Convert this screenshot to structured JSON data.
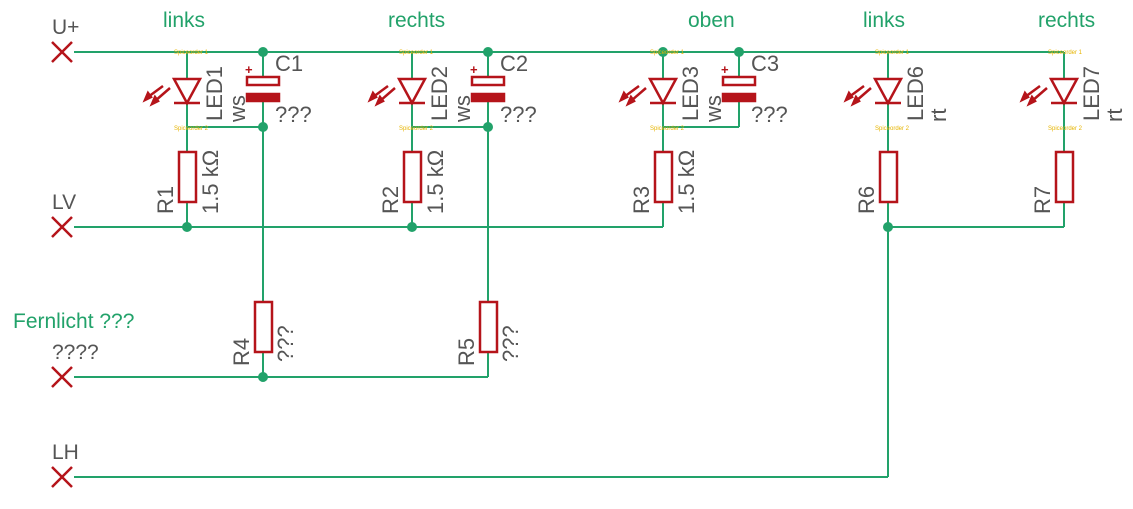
{
  "nets": {
    "u_plus": "U+",
    "lv": "LV",
    "fern_value": "????",
    "lh": "LH"
  },
  "groups": {
    "g1": "links",
    "g2": "rechts",
    "g3": "oben",
    "g4": "links",
    "g5": "rechts",
    "fernlicht": "Fernlicht ???"
  },
  "components": {
    "led1": {
      "name": "LED1",
      "value": "ws"
    },
    "led2": {
      "name": "LED2",
      "value": "ws"
    },
    "led3": {
      "name": "LED3",
      "value": "ws"
    },
    "led6": {
      "name": "LED6",
      "value": "rt"
    },
    "led7": {
      "name": "LED7",
      "value": "rt"
    },
    "c1": {
      "name": "C1",
      "value": "???"
    },
    "c2": {
      "name": "C2",
      "value": "???"
    },
    "c3": {
      "name": "C3",
      "value": "???"
    },
    "r1": {
      "name": "R1",
      "value": "1.5 kΩ"
    },
    "r2": {
      "name": "R2",
      "value": "1.5 kΩ"
    },
    "r3": {
      "name": "R3",
      "value": "1.5 kΩ"
    },
    "r4": {
      "name": "R4",
      "value": "???"
    },
    "r5": {
      "name": "R5",
      "value": "???"
    },
    "r6": {
      "name": "R6"
    },
    "r7": {
      "name": "R7"
    }
  },
  "pin_labels": {
    "top": "Spiceorder 1",
    "bottom": "Spiceorder 2"
  },
  "capacitor_polarity": "+",
  "colors": {
    "wire": "#22a26a",
    "component": "#b5141a",
    "label": "#555555",
    "pin_text": "#e6b400"
  }
}
